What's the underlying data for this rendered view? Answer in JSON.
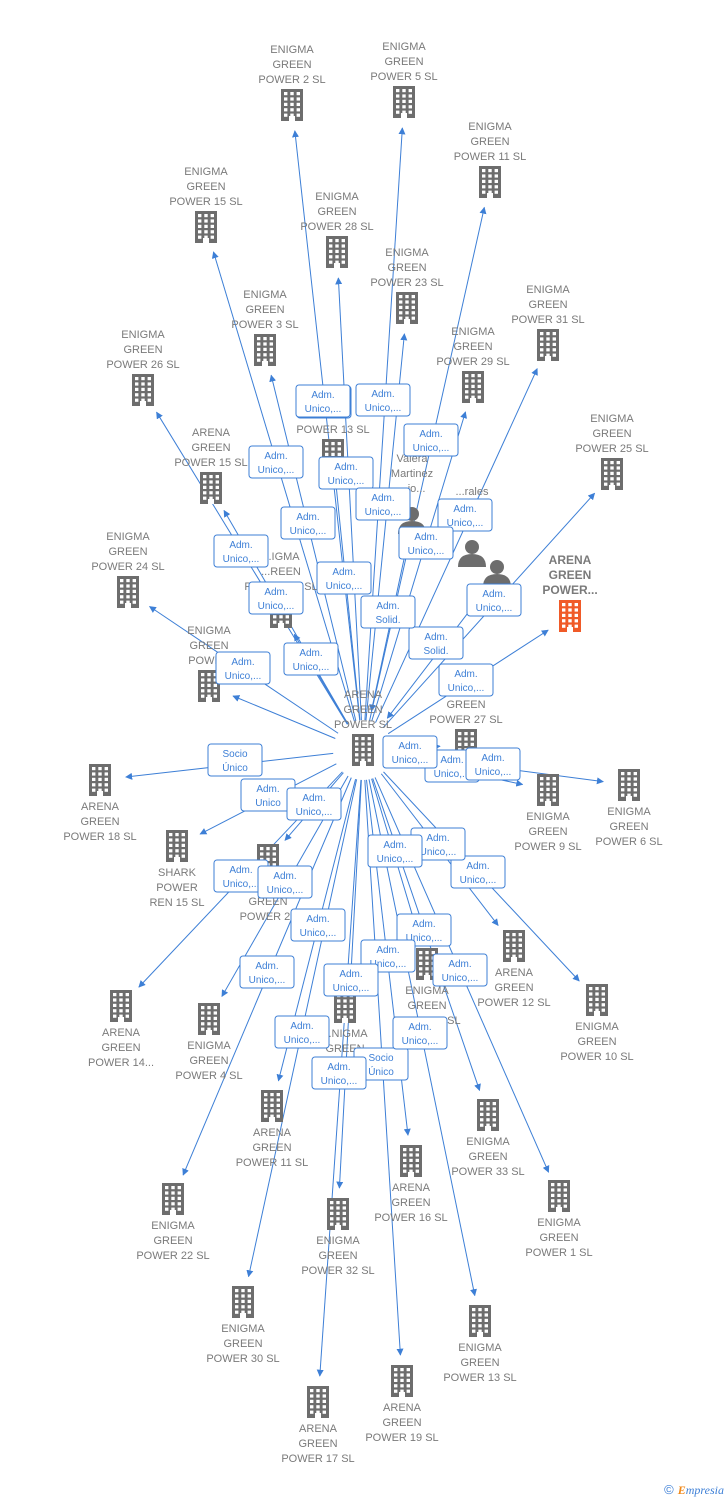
{
  "center": {
    "id": "center",
    "label": [
      "ARENA",
      "GREEN",
      "POWER  SL"
    ]
  },
  "colors": {
    "edge": "#3d7fd6",
    "node": "#6d6d6d",
    "focus": "#f05a28",
    "label": "#7a7a7a"
  },
  "nodes": [
    {
      "id": "n1",
      "type": "building",
      "label": [
        "ENIGMA",
        "GREEN",
        "POWER 2  SL"
      ]
    },
    {
      "id": "n2",
      "type": "building",
      "label": [
        "ENIGMA",
        "GREEN",
        "POWER 5  SL"
      ]
    },
    {
      "id": "n3",
      "type": "building",
      "label": [
        "ENIGMA",
        "GREEN",
        "POWER 11  SL"
      ]
    },
    {
      "id": "n4",
      "type": "building",
      "label": [
        "ENIGMA",
        "GREEN",
        "POWER 15  SL"
      ]
    },
    {
      "id": "n5",
      "type": "building",
      "label": [
        "ENIGMA",
        "GREEN",
        "POWER 28  SL"
      ]
    },
    {
      "id": "n6",
      "type": "building",
      "label": [
        "ENIGMA",
        "GREEN",
        "POWER 23  SL"
      ]
    },
    {
      "id": "n7",
      "type": "building",
      "label": [
        "ENIGMA",
        "GREEN",
        "POWER 31  SL"
      ]
    },
    {
      "id": "n8",
      "type": "building",
      "label": [
        "ENIGMA",
        "GREEN",
        "POWER 3  SL"
      ]
    },
    {
      "id": "n9",
      "type": "building",
      "label": [
        "ENIGMA",
        "GREEN",
        "POWER 29  SL"
      ]
    },
    {
      "id": "n10",
      "type": "building",
      "label": [
        "ENIGMA",
        "GREEN",
        "POWER 26  SL"
      ]
    },
    {
      "id": "n11",
      "type": "building",
      "label": [
        "ARENA",
        "GREEN",
        "POWER 15  SL"
      ]
    },
    {
      "id": "n12",
      "type": "building",
      "label": [
        "ENIGMA",
        "GREEN",
        "POWER 25  SL"
      ]
    },
    {
      "id": "n13",
      "type": "building",
      "label": [
        "",
        "",
        "POWER 13  SL"
      ]
    },
    {
      "id": "n14",
      "type": "person",
      "label": [
        "Valera",
        "Martinez",
        "...io..."
      ]
    },
    {
      "id": "n15",
      "type": "person",
      "label": [
        "...rales",
        "...ero",
        "...car"
      ]
    },
    {
      "id": "n16",
      "type": "person",
      "label": [
        "",
        "",
        ""
      ]
    },
    {
      "id": "n17",
      "type": "focus",
      "label": [
        "ARENA",
        "GREEN",
        "POWER..."
      ]
    },
    {
      "id": "n18",
      "type": "building",
      "label": [
        "ENIGMA",
        "GREEN",
        "POWER 24  SL"
      ]
    },
    {
      "id": "n19",
      "type": "building",
      "label": [
        "...IGMA",
        "...REEN",
        "POWER 12  SL"
      ]
    },
    {
      "id": "n20",
      "type": "building",
      "label": [
        "ENIGMA",
        "GREEN",
        "POWER"
      ]
    },
    {
      "id": "n21",
      "type": "building",
      "label": [
        "",
        "GREEN",
        "POWER 27  SL"
      ]
    },
    {
      "id": "n22",
      "type": "building",
      "label": [
        "ARENA",
        "GREEN",
        "POWER 18  SL"
      ]
    },
    {
      "id": "n23",
      "type": "building",
      "label": [
        "ENIGMA",
        "GREEN",
        "POWER 9  SL"
      ]
    },
    {
      "id": "n24",
      "type": "building",
      "label": [
        "ENIGMA",
        "GREEN",
        "POWER 6  SL"
      ]
    },
    {
      "id": "n25",
      "type": "building",
      "label": [
        "SHARK",
        "POWER",
        "REN 15  SL"
      ]
    },
    {
      "id": "n26",
      "type": "building",
      "label": [
        "E...",
        "GREEN",
        "POWER 21"
      ]
    },
    {
      "id": "n27",
      "type": "building",
      "label": [
        "ARENA",
        "GREEN",
        "POWER 12  SL"
      ]
    },
    {
      "id": "n28",
      "type": "building",
      "label": [
        "ENIGMA",
        "GREEN",
        "POWER 10  SL"
      ]
    },
    {
      "id": "n29",
      "type": "building",
      "label": [
        "ARENA",
        "GREEN",
        "POWER 14..."
      ]
    },
    {
      "id": "n30",
      "type": "building",
      "label": [
        "ENIGMA",
        "GREEN",
        "POWER 4  SL"
      ]
    },
    {
      "id": "n31",
      "type": "building",
      "label": [
        "ENIGMA",
        "GREEN",
        "POWER 7  SL"
      ]
    },
    {
      "id": "n32",
      "type": "building",
      "label": [
        "...NIGMA",
        "GREEN",
        "P..."
      ]
    },
    {
      "id": "n33",
      "type": "building",
      "label": [
        "ARENA",
        "GREEN",
        "POWER 11  SL"
      ]
    },
    {
      "id": "n34",
      "type": "building",
      "label": [
        "ENIGMA",
        "GREEN",
        "POWER 33  SL"
      ]
    },
    {
      "id": "n35",
      "type": "building",
      "label": [
        "ARENA",
        "GREEN",
        "POWER 16  SL"
      ]
    },
    {
      "id": "n36",
      "type": "building",
      "label": [
        "ENIGMA",
        "GREEN",
        "POWER 1  SL"
      ]
    },
    {
      "id": "n37",
      "type": "building",
      "label": [
        "ENIGMA",
        "GREEN",
        "POWER 22  SL"
      ]
    },
    {
      "id": "n38",
      "type": "building",
      "label": [
        "ENIGMA",
        "GREEN",
        "POWER 32  SL"
      ]
    },
    {
      "id": "n39",
      "type": "building",
      "label": [
        "ENIGMA",
        "GREEN",
        "POWER 30  SL"
      ]
    },
    {
      "id": "n40",
      "type": "building",
      "label": [
        "ENIGMA",
        "GREEN",
        "POWER 13  SL"
      ]
    },
    {
      "id": "n41",
      "type": "building",
      "label": [
        "ARENA",
        "GREEN",
        "POWER 19  SL"
      ]
    },
    {
      "id": "n42",
      "type": "building",
      "label": [
        "ARENA",
        "GREEN",
        "POWER 17  SL"
      ]
    }
  ],
  "edges": [
    {
      "from": "center",
      "to": "n1",
      "label": [
        "Adm.",
        "Unico,..."
      ]
    },
    {
      "from": "center",
      "to": "n2",
      "label": [
        "Adm.",
        "Unico,..."
      ]
    },
    {
      "from": "center",
      "to": "n3",
      "label": [
        "Adm.",
        "Unico,..."
      ]
    },
    {
      "from": "center",
      "to": "n4",
      "label": [
        "Adm.",
        "Unico,..."
      ]
    },
    {
      "from": "center",
      "to": "n5",
      "label": [
        "Adm.",
        "Unico,..."
      ]
    },
    {
      "from": "center",
      "to": "n6",
      "label": [
        "Adm.",
        "Unico,..."
      ]
    },
    {
      "from": "center",
      "to": "n7",
      "label": [
        "Adm.",
        "Unico,..."
      ]
    },
    {
      "from": "center",
      "to": "n8",
      "label": [
        "Adm.",
        "Unico,..."
      ]
    },
    {
      "from": "center",
      "to": "n9",
      "label": [
        "Adm.",
        "Unico,..."
      ]
    },
    {
      "from": "center",
      "to": "n10",
      "label": [
        "Adm.",
        "Unico,..."
      ]
    },
    {
      "from": "center",
      "to": "n11",
      "label": [
        "Adm.",
        "Unico,..."
      ]
    },
    {
      "from": "center",
      "to": "n12",
      "label": [
        "Adm.",
        "Unico,..."
      ]
    },
    {
      "from": "n16",
      "to": "center",
      "label": [
        "Adm.",
        "Solid."
      ]
    },
    {
      "from": "n14",
      "to": "center",
      "label": [
        "Adm.",
        "Solid."
      ]
    },
    {
      "from": "center",
      "to": "n17",
      "label": [
        "Adm.",
        "Unico,..."
      ]
    },
    {
      "from": "center",
      "to": "n18",
      "label": [
        "Adm.",
        "Unico,..."
      ]
    },
    {
      "from": "center",
      "to": "n19",
      "label": [
        "Adm.",
        "Unico,..."
      ]
    },
    {
      "from": "center",
      "to": "n20",
      "label": [
        "Adm.",
        "Unico,..."
      ]
    },
    {
      "from": "center",
      "to": "n22",
      "label": [
        "Socio",
        "Único"
      ]
    },
    {
      "from": "center",
      "to": "n23",
      "label": [
        "Adm.",
        "Unico,..."
      ]
    },
    {
      "from": "center",
      "to": "n24",
      "label": [
        "Adm.",
        "Unico,..."
      ]
    },
    {
      "from": "center",
      "to": "n25",
      "label": [
        "Adm.",
        "Unico"
      ]
    },
    {
      "from": "center",
      "to": "n26",
      "label": [
        "Adm.",
        "Unico,..."
      ]
    },
    {
      "from": "center",
      "to": "n27",
      "label": [
        "Adm.",
        "Unico,..."
      ]
    },
    {
      "from": "center",
      "to": "n28",
      "label": [
        "Adm.",
        "Unico,..."
      ]
    },
    {
      "from": "center",
      "to": "n29",
      "label": [
        "Adm.",
        "Unico,..."
      ]
    },
    {
      "from": "center",
      "to": "n30",
      "label": [
        "Adm.",
        "Unico,..."
      ]
    },
    {
      "from": "center",
      "to": "n31",
      "label": [
        "Adm.",
        "Unico,..."
      ]
    },
    {
      "from": "center",
      "to": "n33",
      "label": [
        "Adm.",
        "Unico,..."
      ]
    },
    {
      "from": "center",
      "to": "n34",
      "label": [
        "Adm.",
        "Unico,..."
      ]
    },
    {
      "from": "center",
      "to": "n35",
      "label": [
        "Adm.",
        "Unico,..."
      ]
    },
    {
      "from": "center",
      "to": "n36",
      "label": [
        "Adm.",
        "Unico,..."
      ]
    },
    {
      "from": "center",
      "to": "n37",
      "label": [
        "Adm.",
        "Unico,..."
      ]
    },
    {
      "from": "center",
      "to": "n38",
      "label": [
        "Socio",
        "Único"
      ]
    },
    {
      "from": "center",
      "to": "n39",
      "label": [
        "Adm.",
        "Unico,..."
      ]
    },
    {
      "from": "center",
      "to": "n40",
      "label": [
        "Adm.",
        "Unico,..."
      ]
    },
    {
      "from": "center",
      "to": "n41",
      "label": [
        "Adm.",
        "Unico,..."
      ]
    },
    {
      "from": "center",
      "to": "n42",
      "label": [
        "Adm.",
        "Unico,..."
      ]
    },
    {
      "from": "center",
      "to": "n13",
      "label": [
        "Adm.",
        "Unico,..."
      ]
    },
    {
      "from": "center",
      "to": "n21",
      "label": [
        "Adm.",
        "Unico,..."
      ]
    }
  ],
  "copyright": {
    "symbol": "©",
    "brand_first": "E",
    "brand_rest": "mpresia"
  }
}
